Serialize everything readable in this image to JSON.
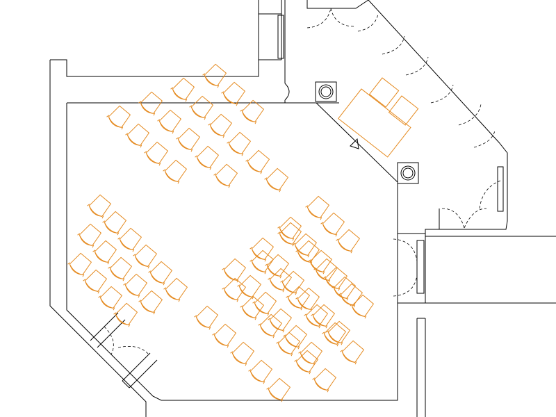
{
  "colors": {
    "wall": "#000000",
    "furniture": "#e58a1f",
    "background": "#ffffff"
  },
  "floorplan": {
    "icons": [
      "column-icon",
      "column-icon",
      "direction-arrow-icon"
    ],
    "furniture": {
      "presenter_table": 1,
      "presenter_chairs": 2
    },
    "seating_blocks": [
      {
        "name": "upper-left-block",
        "rows": [
          4,
          5,
          6,
          3
        ]
      },
      {
        "name": "left-block",
        "rows": [
          6,
          5,
          4
        ]
      },
      {
        "name": "right-front-block",
        "rows": [
          3,
          5,
          6,
          6
        ]
      },
      {
        "name": "bottom-block",
        "rows": [
          5,
          6,
          6,
          5
        ]
      }
    ]
  }
}
